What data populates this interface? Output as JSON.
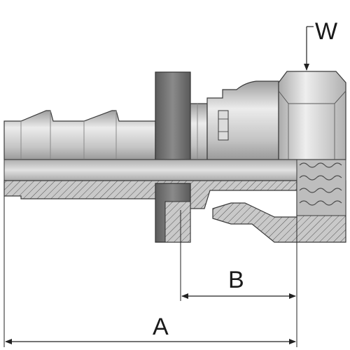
{
  "diagram": {
    "labels": {
      "width_label": "W",
      "dimension_a_label": "A",
      "dimension_b_label": "B"
    },
    "colors": {
      "metal_light": "#d6d6d6",
      "metal_mid": "#b5b5b5",
      "metal_dark": "#7a7a7a",
      "seal_ring": "#6e6e6e",
      "section_fill": "#c9c9c9",
      "hatch": "#555555",
      "outline": "#3a3a3a",
      "dimension_line": "#222222"
    }
  }
}
